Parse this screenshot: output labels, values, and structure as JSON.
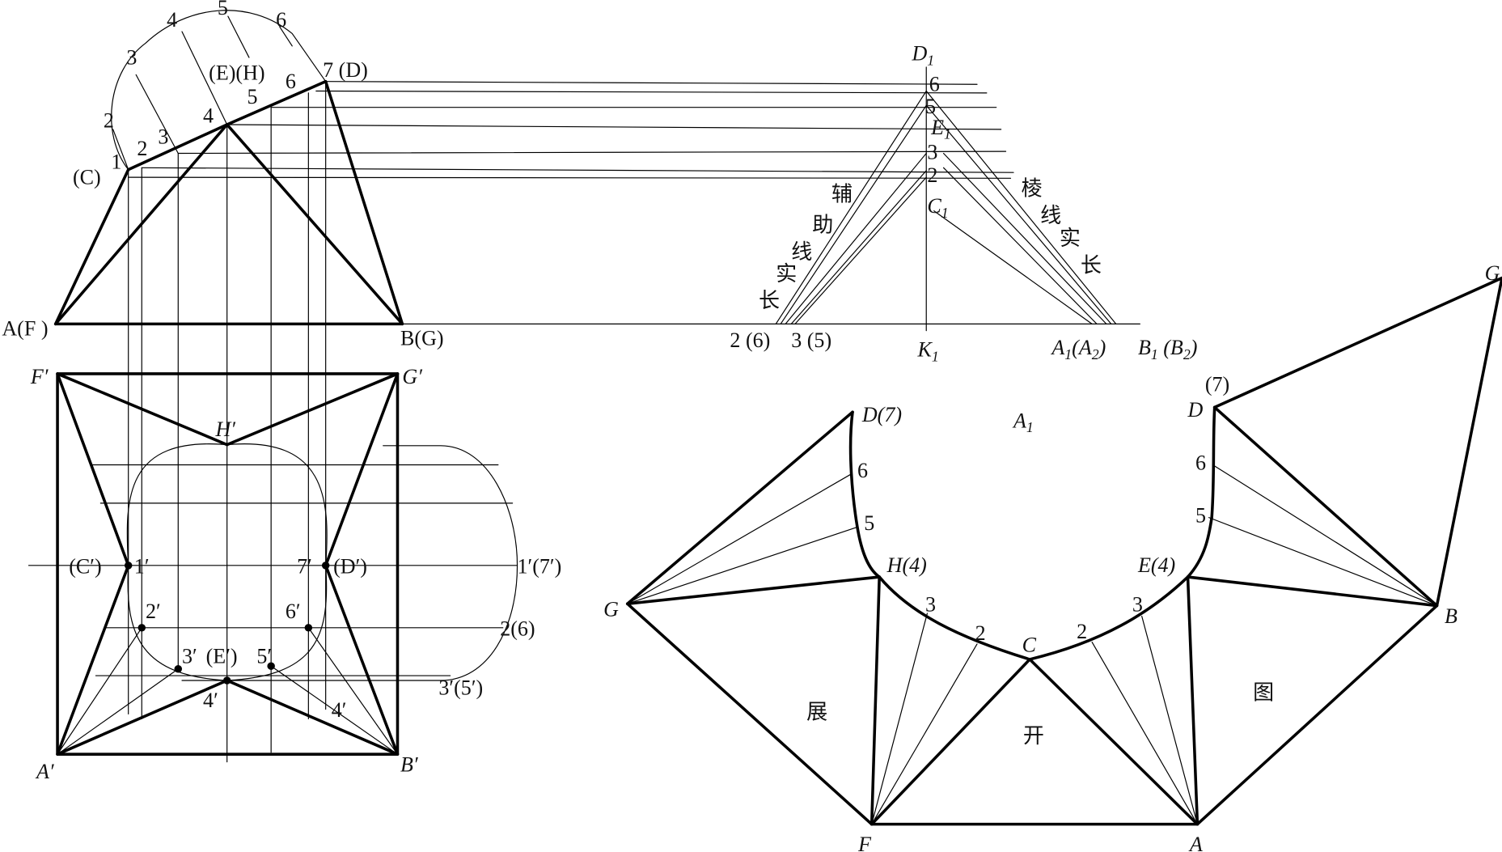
{
  "front_view": {
    "labels": {
      "c": "(C)",
      "a_f": "A(F )",
      "b_g": "B(G)",
      "e_h": "(E)(H)",
      "pt7_d": "7 (D)",
      "arc_1": "1",
      "arc_2": "2",
      "arc_3": "3",
      "arc_4": "4",
      "arc_5": "5",
      "arc_6": "6",
      "in_2": "2",
      "in_3": "3",
      "in_4": "4",
      "in_5": "5",
      "in_6": "6"
    }
  },
  "top_view": {
    "labels": {
      "f_p": "F′",
      "g_p": "G′",
      "a_p": "A′",
      "b_p": "B′",
      "h_p": "H′",
      "c_p": "(C′)",
      "d_p": "(D′)",
      "one_p": "1′",
      "seven_p": "7′",
      "two_p": "2′",
      "six_p": "6′",
      "three_p": "3′",
      "e_p": "(E′)",
      "five_p": "5′",
      "four_p_a": "4′",
      "four_p_b": "4′",
      "r_17": "1′(7′)",
      "r_26": "2(6)",
      "r_35": "3′(5′)"
    }
  },
  "true_length": {
    "labels": {
      "d1": "D",
      "d1_sub": "1",
      "e1": "E",
      "e1_sub": "1",
      "c1": "C",
      "c1_sub": "1",
      "k1": "K",
      "k1_sub": "1",
      "a1": "A",
      "a1_sub": "1",
      "a2": "A",
      "a2_sub": "2",
      "b1": "B",
      "b1_sub": "1",
      "b2": "B",
      "b2_sub": "2",
      "n6": "6",
      "n5": "5",
      "n3": "3",
      "n2": "2",
      "base_26": "2 (6)",
      "base_35": "3 (5)"
    },
    "left_caption": [
      "辅",
      "助",
      "线",
      "实",
      "长"
    ],
    "right_caption": [
      "棱",
      "线",
      "实",
      "长"
    ]
  },
  "development": {
    "labels": {
      "g_left": "G",
      "d7_left": "D(7)",
      "h4": "H(4)",
      "c": "C",
      "e4": "E(4)",
      "d_right": "D",
      "p7_right": "(7)",
      "g_right": "G",
      "b": "B",
      "f": "F",
      "a": "A",
      "a1": "A",
      "a1_sub": "1",
      "l6": "6",
      "l5": "5",
      "l3": "3",
      "l2": "2",
      "r2": "2",
      "r3": "3",
      "r5": "5",
      "r6": "6"
    },
    "caption": [
      "展",
      "开",
      "图"
    ]
  }
}
